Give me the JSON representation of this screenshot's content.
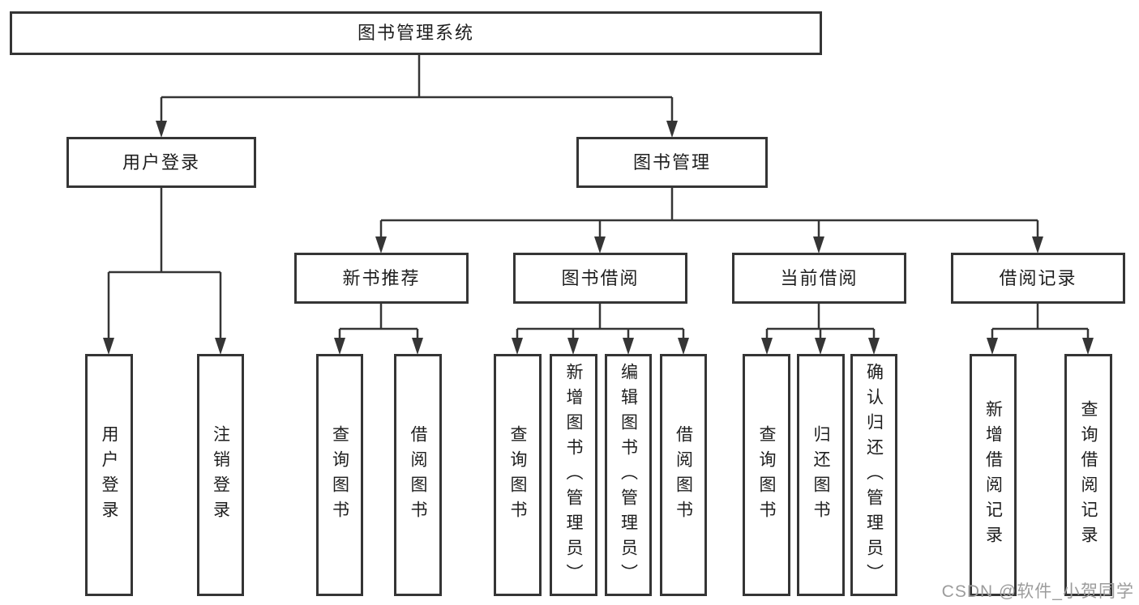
{
  "diagram_title": "图书管理系统",
  "nodes": {
    "root": {
      "label": "图书管理系统"
    },
    "user_login": {
      "label": "用户登录"
    },
    "book_mgmt": {
      "label": "图书管理"
    },
    "new_books": {
      "label": "新书推荐"
    },
    "book_borrow": {
      "label": "图书借阅"
    },
    "current_borrow": {
      "label": "当前借阅"
    },
    "borrow_records": {
      "label": "借阅记录"
    },
    "login": {
      "label": "用户登录"
    },
    "logout": {
      "label": "注销登录"
    },
    "nb_query": {
      "label": "查询图书"
    },
    "nb_borrow": {
      "label": "借阅图书"
    },
    "bb_query": {
      "label": "查询图书"
    },
    "bb_add": {
      "label": "新增图书（管理员）"
    },
    "bb_edit": {
      "label": "编辑图书（管理员）"
    },
    "bb_borrow": {
      "label": "借阅图书"
    },
    "cb_query": {
      "label": "查询图书"
    },
    "cb_return": {
      "label": "归还图书"
    },
    "cb_confirm": {
      "label": "确认归还（管理员）"
    },
    "br_add": {
      "label": "新增借阅记录"
    },
    "br_query": {
      "label": "查询借阅记录"
    }
  },
  "hierarchy": {
    "root": [
      "user_login",
      "book_mgmt"
    ],
    "user_login": [
      "login",
      "logout"
    ],
    "book_mgmt": [
      "new_books",
      "book_borrow",
      "current_borrow",
      "borrow_records"
    ],
    "new_books": [
      "nb_query",
      "nb_borrow"
    ],
    "book_borrow": [
      "bb_query",
      "bb_add",
      "bb_edit",
      "bb_borrow"
    ],
    "current_borrow": [
      "cb_query",
      "cb_return",
      "cb_confirm"
    ],
    "borrow_records": [
      "br_add",
      "br_query"
    ]
  },
  "watermark": {
    "text": "CSDN @软件_小贺同学"
  },
  "colors": {
    "line": "#353535",
    "box_border": "#353535",
    "text": "#1e1e1e",
    "watermark": "#9c9c9c",
    "background": "#ffffff"
  }
}
